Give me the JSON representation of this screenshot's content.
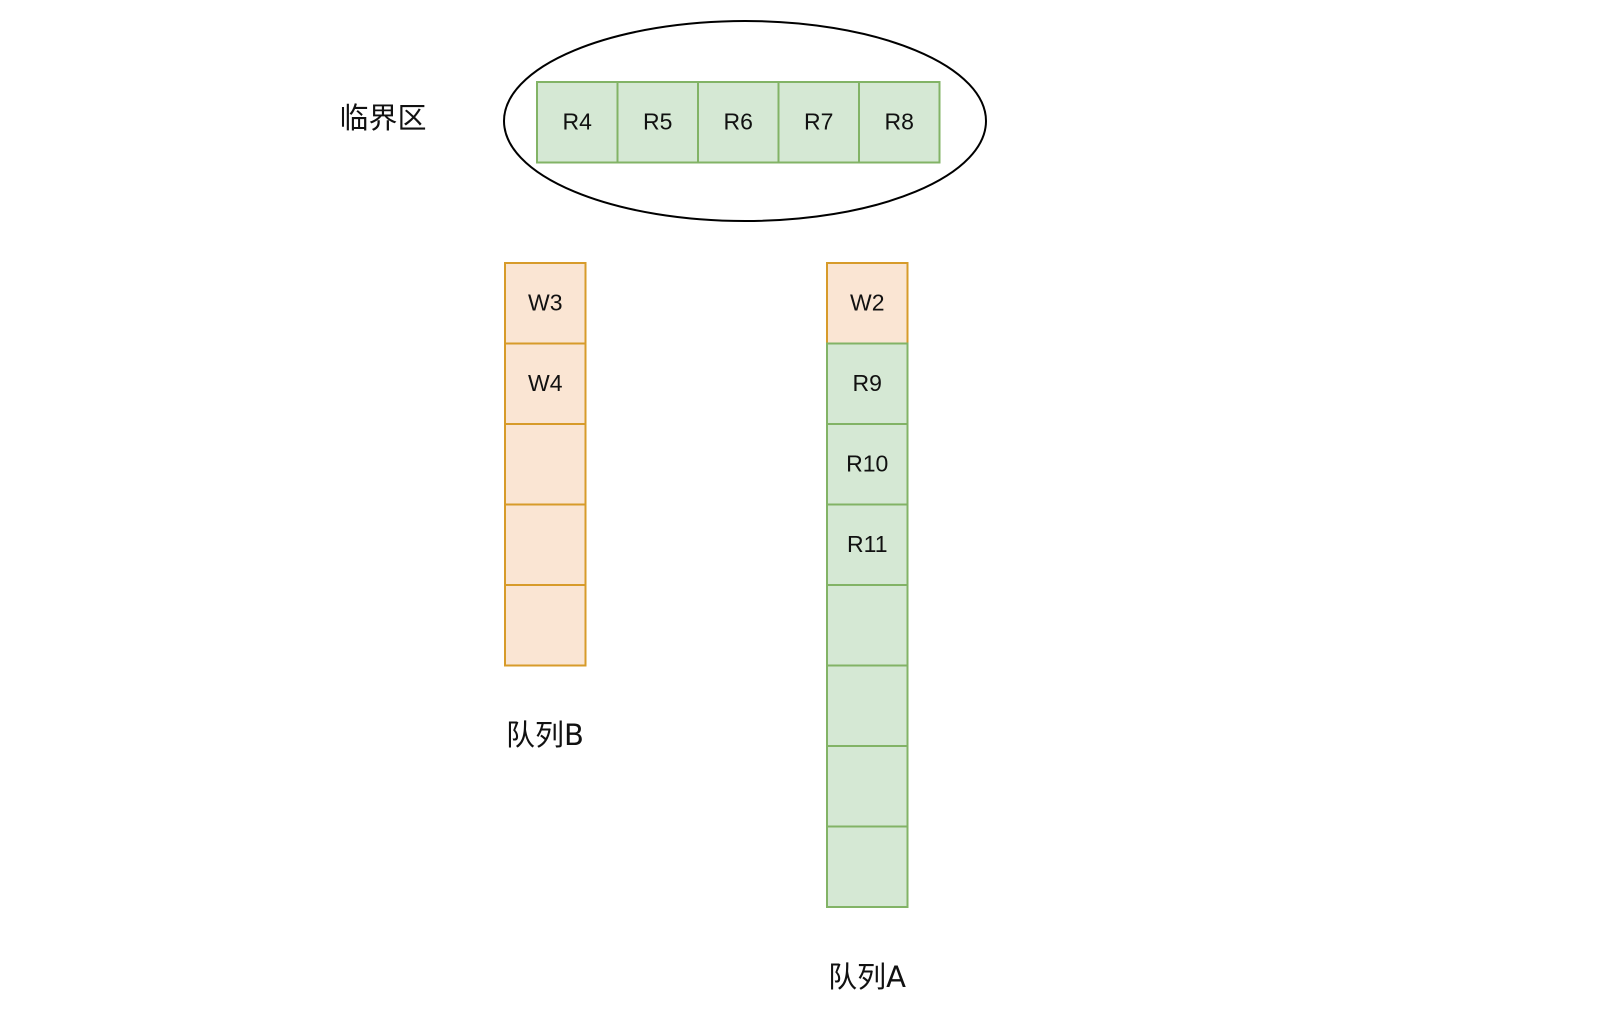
{
  "critical_section": {
    "label": "临界区",
    "cells": [
      "R4",
      "R5",
      "R6",
      "R7",
      "R8"
    ]
  },
  "queue_b": {
    "label": "队列B",
    "cells": [
      "W3",
      "W4",
      "",
      "",
      ""
    ]
  },
  "queue_a": {
    "label": "队列A",
    "cells": [
      {
        "text": "W2",
        "kind": "write"
      },
      {
        "text": "R9",
        "kind": "read"
      },
      {
        "text": "R10",
        "kind": "read"
      },
      {
        "text": "R11",
        "kind": "read"
      },
      {
        "text": "",
        "kind": "read"
      },
      {
        "text": "",
        "kind": "read"
      },
      {
        "text": "",
        "kind": "read"
      },
      {
        "text": "",
        "kind": "read"
      }
    ]
  },
  "colors": {
    "read_fill": "#d5e8d4",
    "read_stroke": "#82b366",
    "write_fill": "#fae5d3",
    "write_stroke": "#d79b2a",
    "ellipse_stroke": "#000000"
  }
}
